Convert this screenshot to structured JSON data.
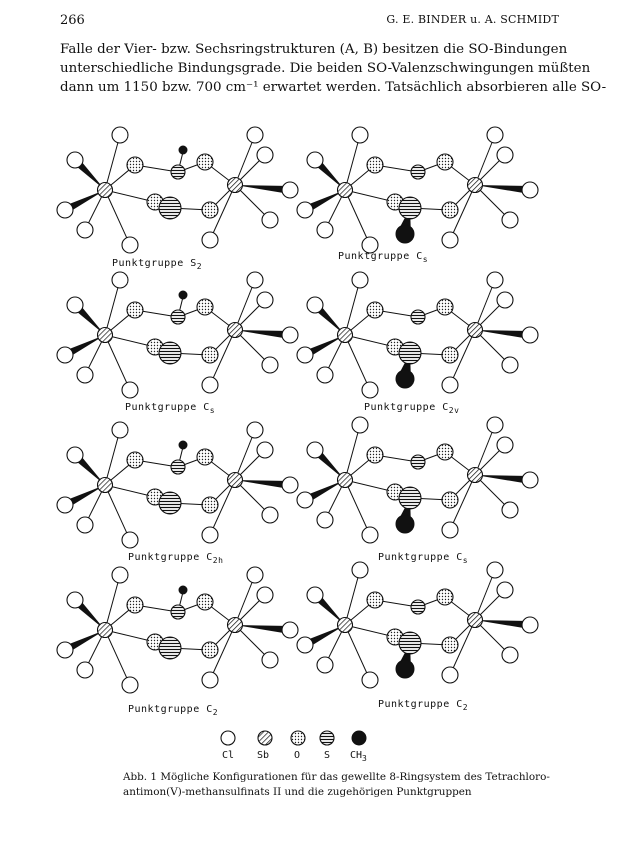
{
  "header": {
    "page_number": "266",
    "authors": "G. E. BINDER u. A. SCHMIDT"
  },
  "body_lines": [
    "Falle der Vier- bzw. Sechsringstrukturen (A, B) besitzen die SO-Bindungen",
    "unterschiedliche Bindungsgrade. Die beiden SO-Valenzschwingungen müßten",
    "dann um 1150 bzw. 700 cm⁻¹ erwartet werden. Tatsächlich absorbieren alle SO-"
  ],
  "figure": {
    "panels": [
      {
        "prefix": "Punktgruppe",
        "group": "S",
        "sub": "2"
      },
      {
        "prefix": "Punktgruppe",
        "group": "C",
        "sub": "s"
      },
      {
        "prefix": "Punktgruppe",
        "group": "C",
        "sub": "s"
      },
      {
        "prefix": "Punktgruppe",
        "group": "C",
        "sub": "2v"
      },
      {
        "prefix": "Punktgruppe",
        "group": "C",
        "sub": "2h"
      },
      {
        "prefix": "Punktgruppe",
        "group": "C",
        "sub": "s"
      },
      {
        "prefix": "Punktgruppe",
        "group": "C",
        "sub": "2"
      },
      {
        "prefix": "Punktgruppe",
        "group": "C",
        "sub": "2"
      }
    ],
    "legend": [
      {
        "symbol": "Cl",
        "sub": "",
        "style": "white"
      },
      {
        "symbol": "Sb",
        "sub": "",
        "style": "hatched"
      },
      {
        "symbol": "O",
        "sub": "",
        "style": "dotted"
      },
      {
        "symbol": "S",
        "sub": "",
        "style": "horizontal-striped"
      },
      {
        "symbol": "CH",
        "sub": "3",
        "style": "black"
      }
    ]
  },
  "caption_lines": [
    "Abb. 1   Mögliche Konfigurationen für das gewellte 8-Ringsystem des Tetrachloro-",
    "antimon(V)-methansulfinats II und die zugehörigen Punktgruppen"
  ]
}
